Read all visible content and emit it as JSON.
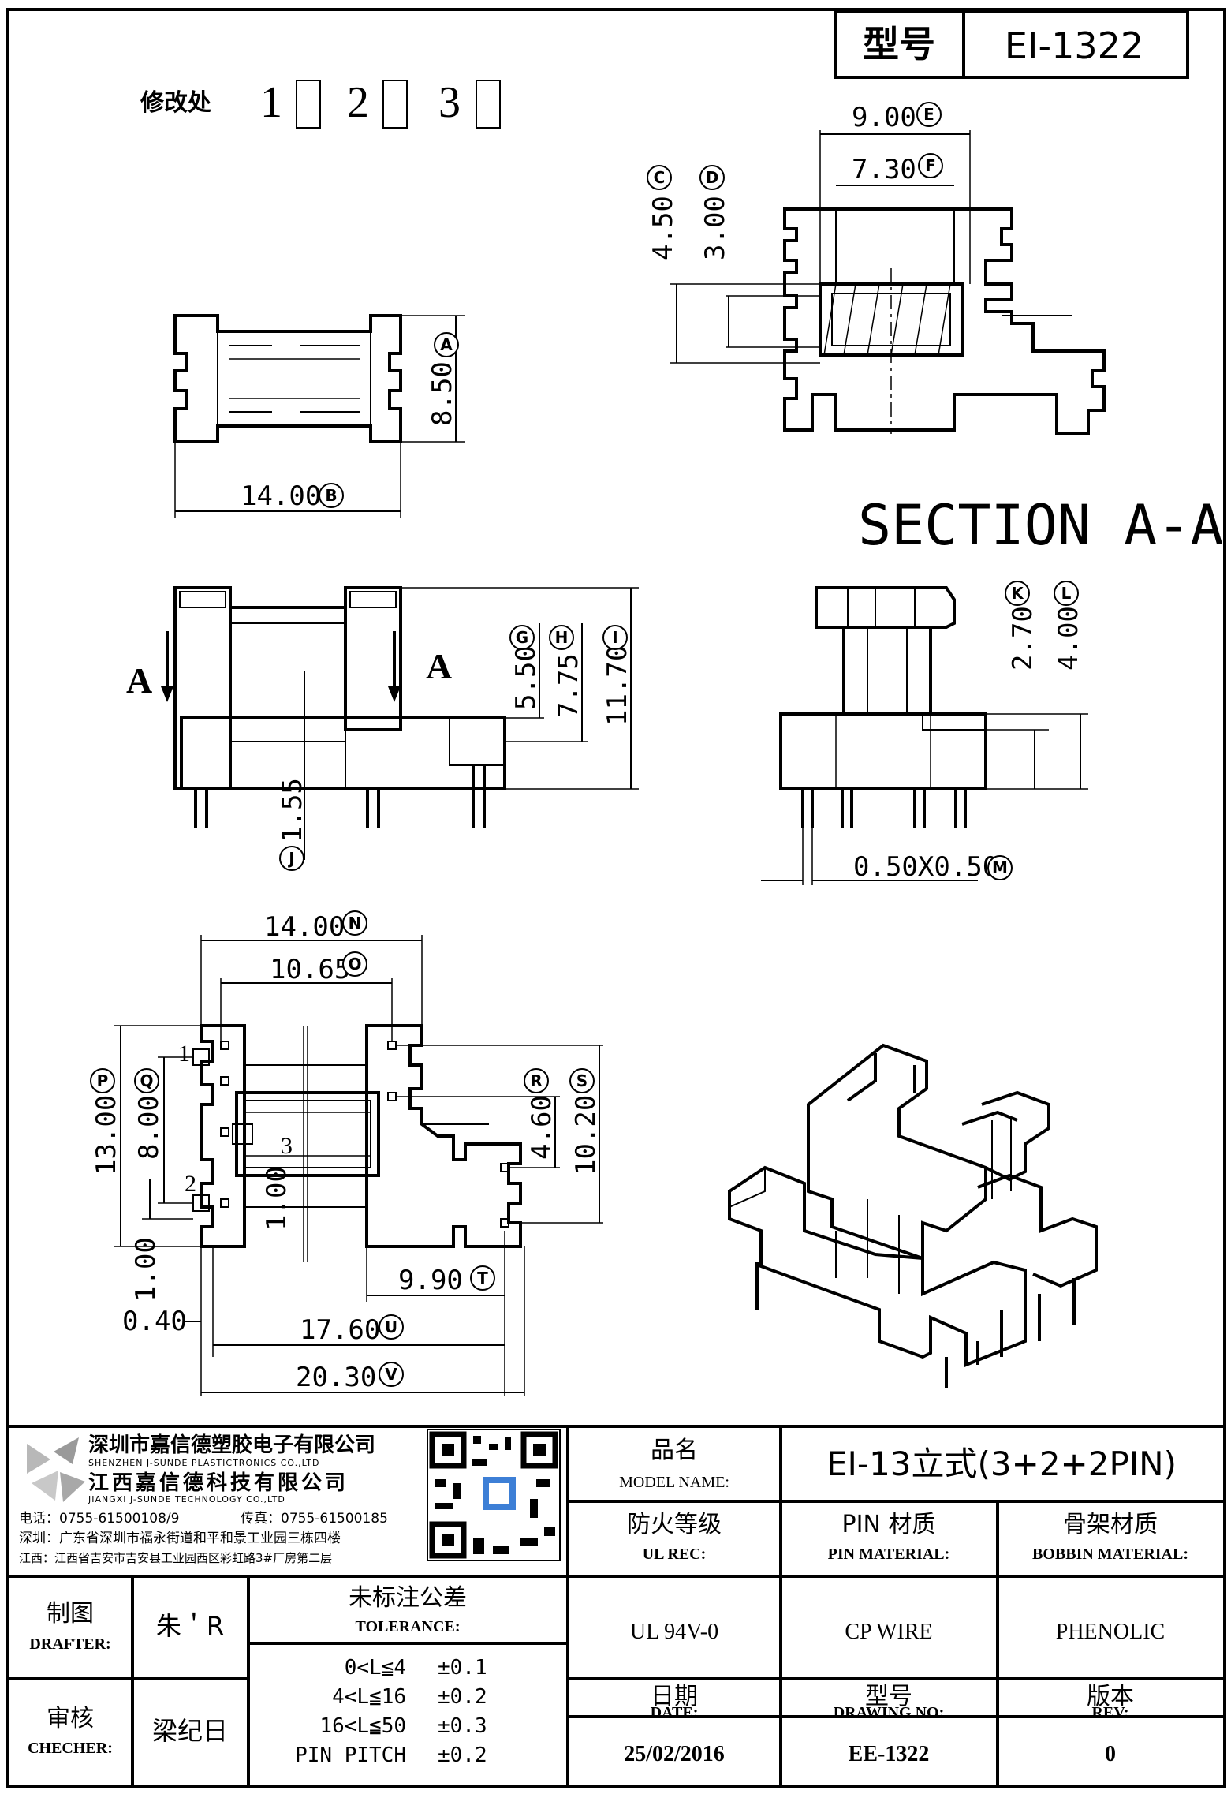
{
  "header": {
    "model_label": "型号",
    "model_value": "EI-1322",
    "revision_label": "修改处",
    "revision_marks": [
      "1",
      "2",
      "3"
    ]
  },
  "section_title": "SECTION A-A",
  "section_markers": [
    "A",
    "A"
  ],
  "dimensions": {
    "A": "8.50",
    "B": "14.00",
    "C": "4.50",
    "D": "3.00",
    "E": "9.00",
    "F": "7.30",
    "G": "5.50",
    "H": "7.75",
    "I": "11.70",
    "J": "1.55",
    "K": "2.70",
    "L": "4.00",
    "M": "0.50X0.50",
    "N": "14.00",
    "O": "10.65",
    "P": "13.00",
    "Q": "8.00",
    "R": "4.60",
    "S": "10.20",
    "T": "9.90",
    "U": "17.60",
    "V": "20.30",
    "extra_1": "1.00",
    "extra_2": "1.00",
    "extra_3": "0.40"
  },
  "pin_labels": [
    "1",
    "2",
    "3"
  ],
  "company": {
    "name_cn": "深圳市嘉信德塑胶电子有限公司",
    "name_en": "SHENZHEN J-SUNDE PLASTICTRONICS CO.,LTD",
    "name2_cn": "江西嘉信德科技有限公司",
    "name2_en": "JIANGXI J-SUNDE TECHNOLOGY CO.,LTD",
    "phone": "电话：0755-61500108/9",
    "fax": "传真：0755-61500185",
    "addr_sz": "深圳：广东省深圳市福永街道和平和景工业园三栋四楼",
    "addr_jx": "江西：江西省吉安市吉安县工业园西区彩虹路3#厂房第二层"
  },
  "title_block": {
    "model_name_cn": "品名",
    "model_name_en": "MODEL NAME:",
    "model_name_value": "EI-13立式(3+2+2PIN)",
    "ul_cn": "防火等级",
    "ul_en": "UL REC:",
    "ul_value": "UL 94V-0",
    "pin_mat_cn": "PIN 材质",
    "pin_mat_en": "PIN MATERIAL:",
    "pin_mat_value": "CP WIRE",
    "bobbin_cn": "骨架材质",
    "bobbin_en": "BOBBIN MATERIAL:",
    "bobbin_value": "PHENOLIC",
    "drafter_cn": "制图",
    "drafter_en": "DRAFTER:",
    "drafter_value": "朱＇R",
    "checker_cn": "审核",
    "checker_en": "CHECHER:",
    "checker_value": "梁纪日",
    "tolerance_cn": "未标注公差",
    "tolerance_en": "TOLERANCE:",
    "tolerances": [
      {
        "range": "0<L≦4",
        "value": "±0.1"
      },
      {
        "range": "4<L≦16",
        "value": "±0.2"
      },
      {
        "range": "16<L≦50",
        "value": "±0.3"
      },
      {
        "range": "PIN PITCH",
        "value": "±0.2"
      }
    ],
    "date_cn": "日期",
    "date_en": "DATE:",
    "date_value": "25/02/2016",
    "drawing_no_cn": "型号",
    "drawing_no_en": "DRAWING NO:",
    "drawing_no_value": "EE-1322",
    "rev_cn": "版本",
    "rev_en": "REV:",
    "rev_value": "0"
  }
}
